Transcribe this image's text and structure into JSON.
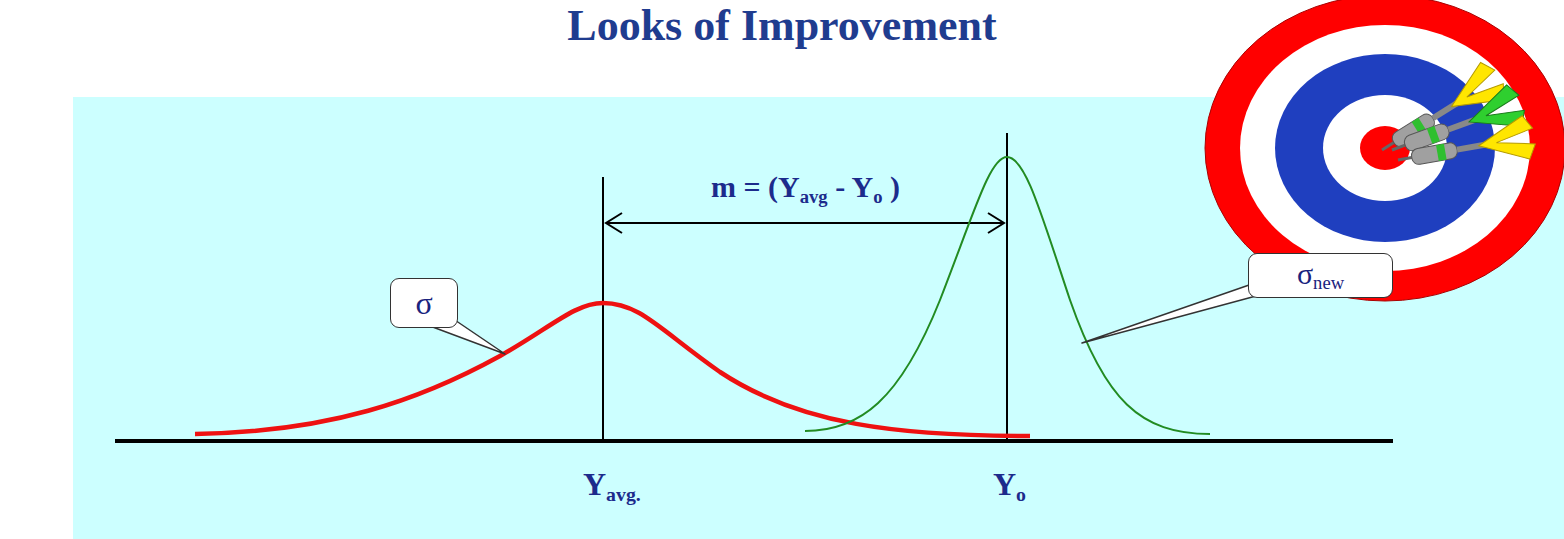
{
  "diagram": {
    "title": "Looks of Improvement",
    "nodes": [
      {
        "text": [
          "σ"
        ]
      },
      {
        "text": [
          "σ",
          "new"
        ]
      }
    ],
    "labels": [
      "m = (Y",
      "avg",
      " - Y",
      "o",
      " )",
      "Y",
      "avg.",
      "Y",
      "o"
    ]
  }
}
